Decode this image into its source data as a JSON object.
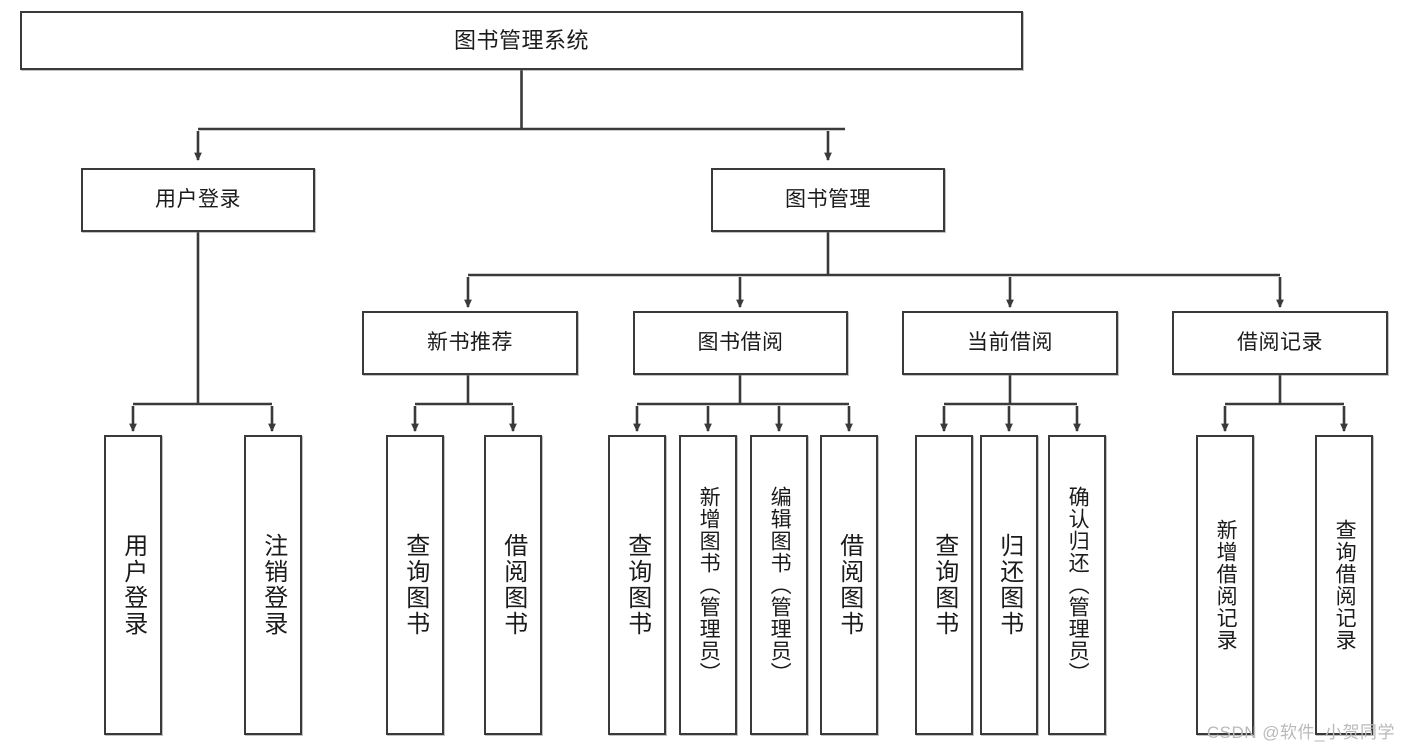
{
  "diagram": {
    "title": "图书管理系统",
    "watermark": "CSDN @软件_小贺同学",
    "colors": {
      "border": "#3a3a3a",
      "background": "#ffffff",
      "edge": "#3a3a3a",
      "text": "#1b1b1b",
      "watermark": "#b9b9b9"
    },
    "root": {
      "label": "图书管理系统"
    },
    "level2": [
      {
        "label": "用户登录"
      },
      {
        "label": "图书管理"
      }
    ],
    "level3": [
      {
        "label": "新书推荐"
      },
      {
        "label": "图书借阅"
      },
      {
        "label": "当前借阅"
      },
      {
        "label": "借阅记录"
      }
    ],
    "leaves": {
      "user_login": [
        {
          "label": "用户登录"
        },
        {
          "label": "注销登录"
        }
      ],
      "new_book": [
        {
          "label": "查询图书"
        },
        {
          "label": "借阅图书"
        }
      ],
      "book_borrow": [
        {
          "label": "查询图书"
        },
        {
          "label": "新增图书（管理员）"
        },
        {
          "label": "编辑图书（管理员）"
        },
        {
          "label": "借阅图书"
        }
      ],
      "current_borrow": [
        {
          "label": "查询图书"
        },
        {
          "label": "归还图书"
        },
        {
          "label": "确认归还（管理员）"
        }
      ],
      "borrow_record": [
        {
          "label": "新增借阅记录"
        },
        {
          "label": "查询借阅记录"
        }
      ]
    }
  }
}
